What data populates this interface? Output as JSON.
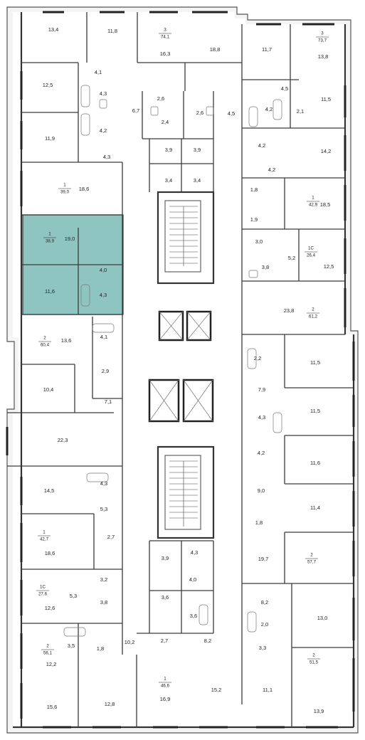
{
  "colors": {
    "highlight": "#8fc5c1",
    "wall": "#3a3a3a",
    "background": "#ffffff"
  },
  "room_labels": [
    "13,4",
    "11,8",
    "16,3",
    "18,8",
    "11,7",
    "13,8",
    "12,5",
    "4,1",
    "4,3",
    "6,7",
    "2,6",
    "2,6",
    "4,5",
    "4,5",
    "4,2",
    "2,1",
    "11,5",
    "11,9",
    "4,2",
    "2,4",
    "3,9",
    "3,9",
    "4,2",
    "14,2",
    "4,3",
    "18,6",
    "3,4",
    "3,4",
    "4,2",
    "1,8",
    "18,5",
    "19,0",
    "1,9",
    "3,0",
    "5,2",
    "12,5",
    "4,0",
    "3,8",
    "11,6",
    "4,3",
    "23,8",
    "13,6",
    "4,1",
    "2,2",
    "11,5",
    "2,9",
    "10,4",
    "7,9",
    "7,1",
    "11,5",
    "4,3",
    "22,3",
    "4,2",
    "11,6",
    "4,3",
    "14,5",
    "9,0",
    "5,3",
    "11,4",
    "1,8",
    "18,6",
    "2,7",
    "19,7",
    "3,2",
    "4,3",
    "3,9",
    "4,0",
    "5,3",
    "3,8",
    "3,6",
    "12,6",
    "3,6",
    "8,2",
    "2,0",
    "13,0",
    "3,5",
    "1,8",
    "10,2",
    "2,7",
    "8,2",
    "3,3",
    "12,2",
    "15,2",
    "11,1",
    "16,9",
    "15,6",
    "12,8",
    "13,9"
  ],
  "apartments": [
    {
      "rooms": "3",
      "area": "74,1"
    },
    {
      "rooms": "3",
      "area": "73,7"
    },
    {
      "rooms": "1",
      "area": "39,0"
    },
    {
      "rooms": "1",
      "area": "42,9"
    },
    {
      "rooms": "1",
      "area": "38,9"
    },
    {
      "rooms": "1С",
      "area": "26,4"
    },
    {
      "rooms": "2",
      "area": "61,2"
    },
    {
      "rooms": "2",
      "area": "60,4"
    },
    {
      "rooms": "1",
      "area": "42,7"
    },
    {
      "rooms": "2",
      "area": "57,7"
    },
    {
      "rooms": "1С",
      "area": "27,6"
    },
    {
      "rooms": "2",
      "area": "56,1"
    },
    {
      "rooms": "1",
      "area": "46,6"
    },
    {
      "rooms": "2",
      "area": "51,5"
    }
  ]
}
